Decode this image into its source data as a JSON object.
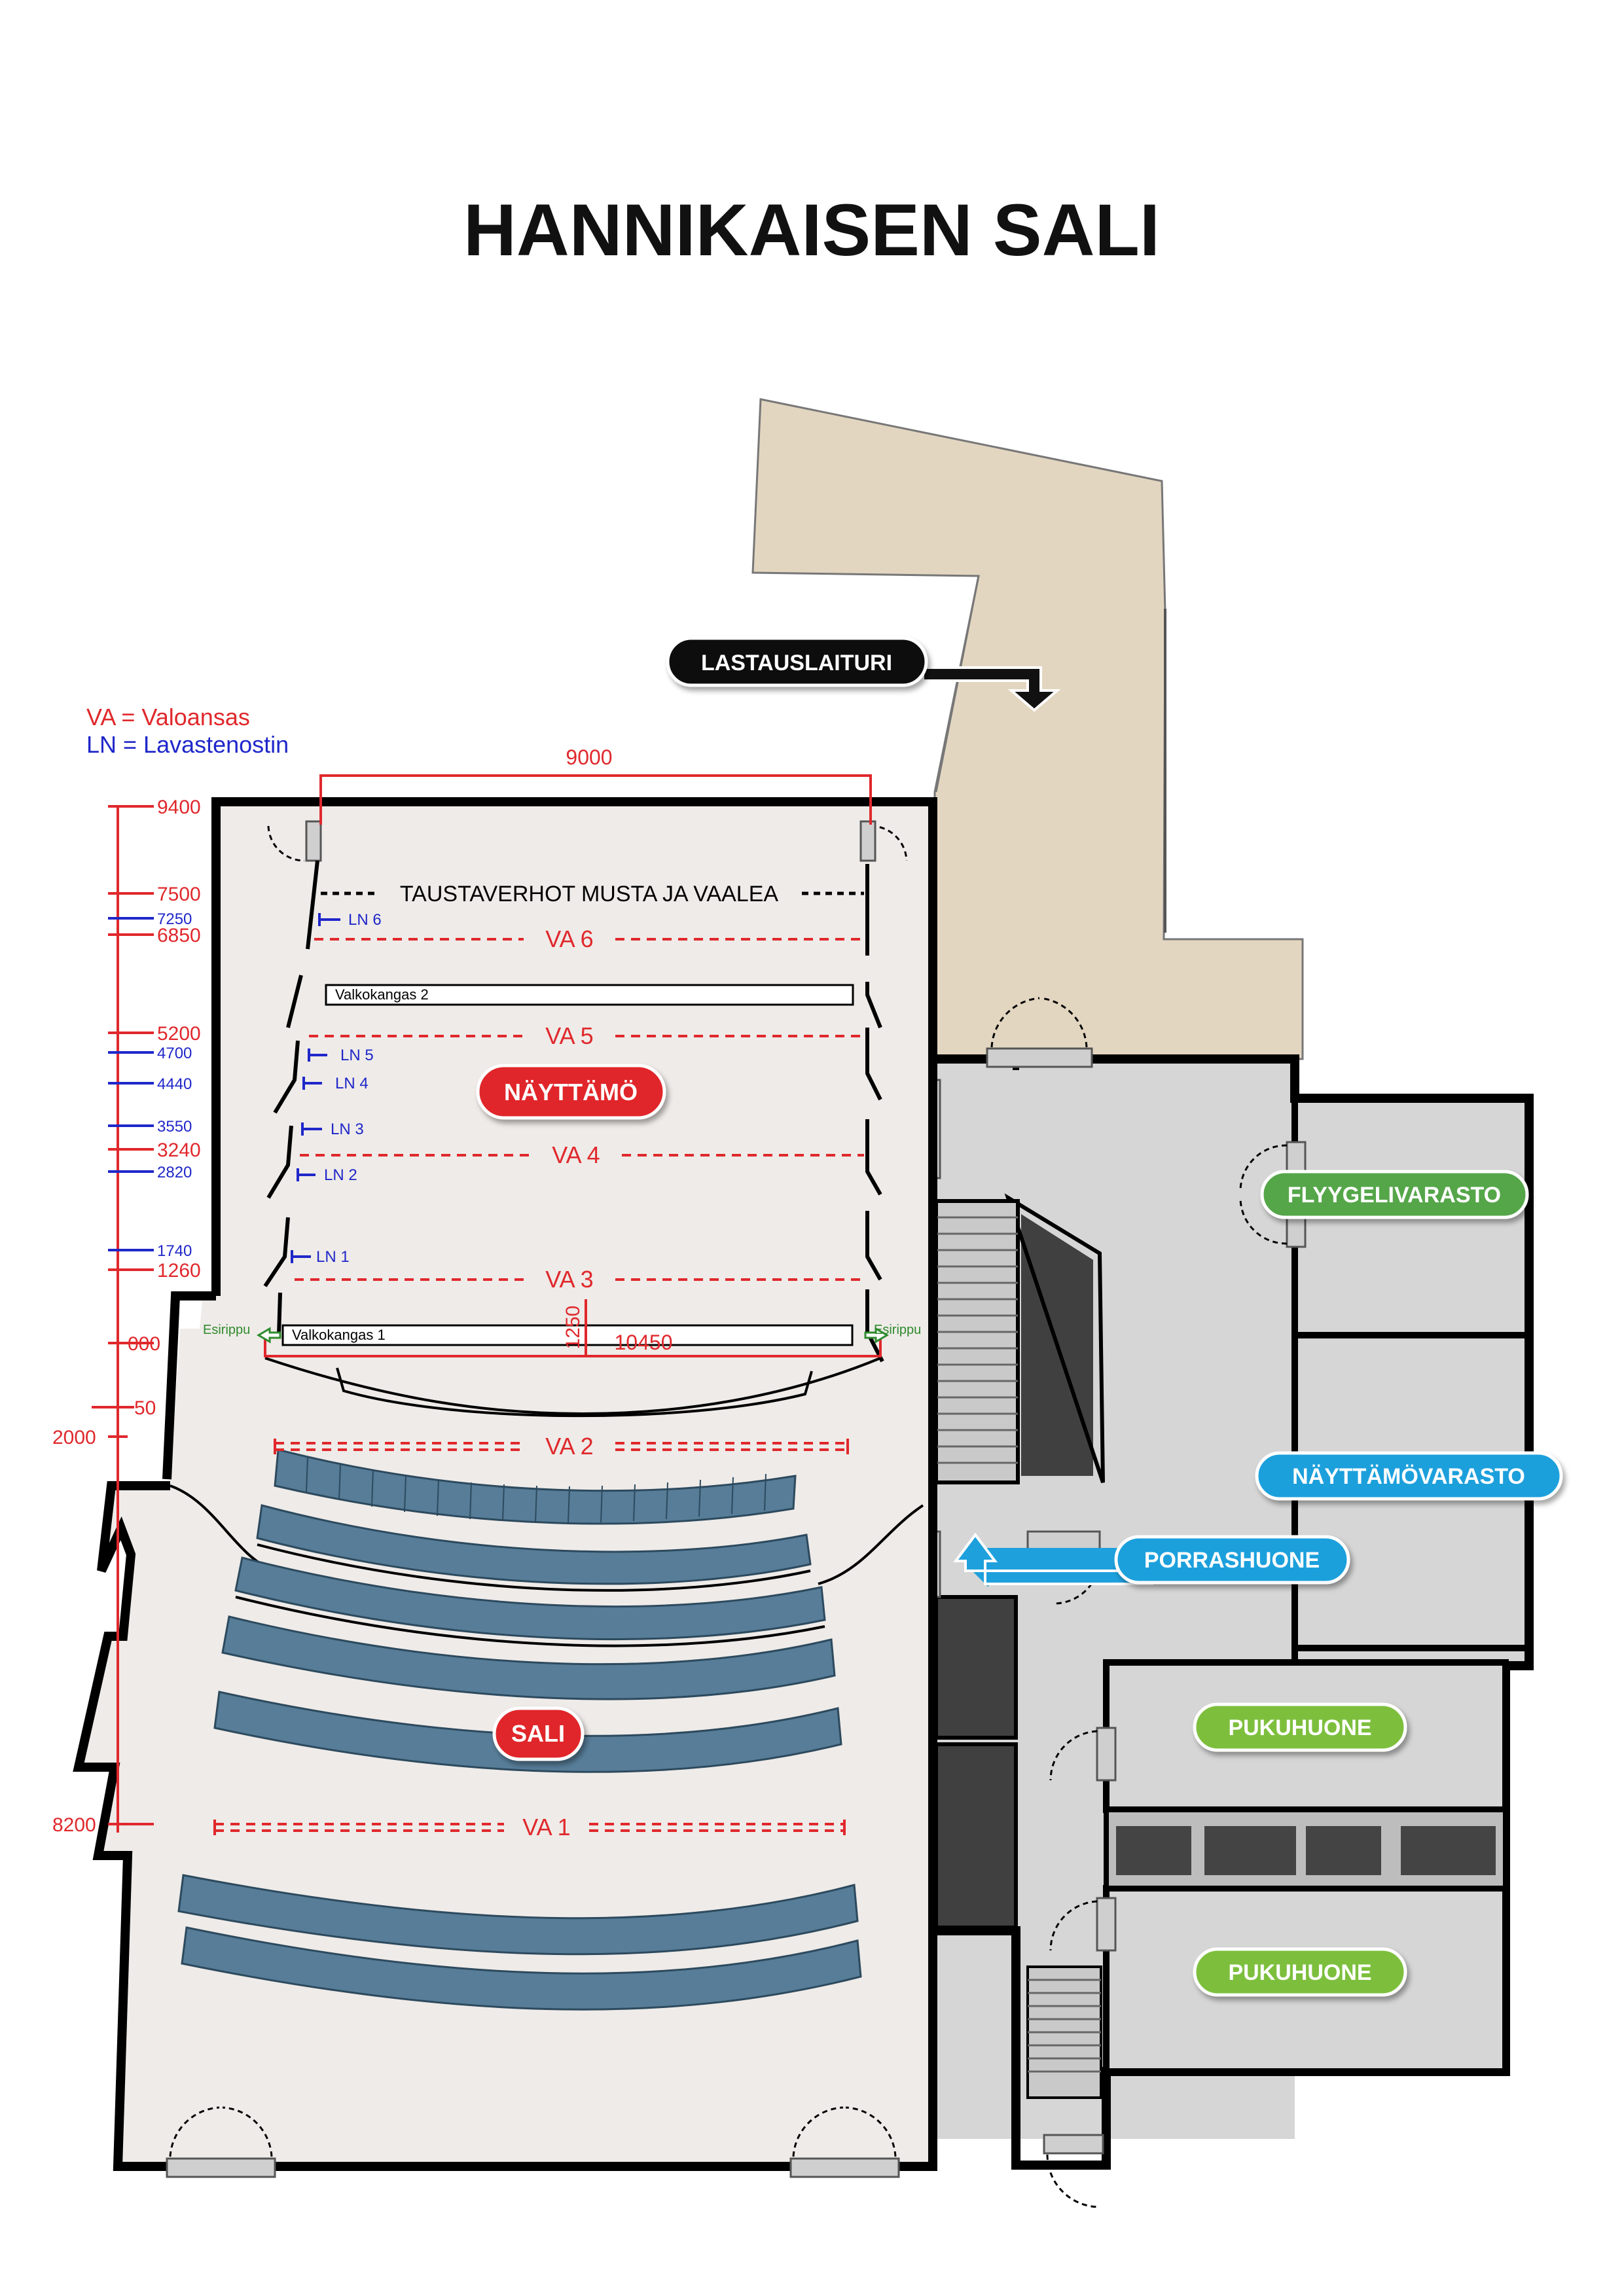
{
  "title": "HANNIKAISEN SALI",
  "legend": {
    "va": "VA = Valoansas",
    "ln": "LN = Lavastenostin"
  },
  "colors": {
    "red": "#e0282c",
    "blue": "#1f27c9",
    "green_label": "#7dbf3c",
    "green_label_dark": "#55a64a",
    "blue_label": "#1ea0dc",
    "stage_floor": "#efebe8",
    "corridor": "#d6d6d6",
    "loading_dock": "#e3d6c1",
    "seats": "#577d98",
    "dark_block": "#404040"
  },
  "dimensions": {
    "stage_width": "9000",
    "proscenium_width": "10450",
    "proscenium_depth": "1250"
  },
  "scale": {
    "red": [
      "9400",
      "7500",
      "6850",
      "5200",
      "3240",
      "1260",
      "000",
      "50",
      "2000",
      "8200"
    ],
    "blue": [
      "7250",
      "4700",
      "4440",
      "3550",
      "2820",
      "1740"
    ]
  },
  "stage": {
    "backdrop": "TAUSTAVERHOT MUSTA JA VAALEA",
    "screen2": "Valkokangas 2",
    "screen1": "Valkokangas 1",
    "curtain_left": "Esirippu",
    "curtain_right": "Esirippu"
  },
  "light_bridges": [
    "VA 6",
    "VA 5",
    "VA 4",
    "VA 3",
    "VA 2",
    "VA 1"
  ],
  "hoists": [
    "LN 6",
    "LN 5",
    "LN 4",
    "LN 3",
    "LN 2",
    "LN 1"
  ],
  "rooms": {
    "loading_dock": "LASTAUSLAITURI",
    "stage": "NÄYTTÄMÖ",
    "hall": "SALI",
    "piano_storage": "FLYYGELIVARASTO",
    "stage_storage": "NÄYTTÄMÖVARASTO",
    "stairwell": "PORRASHUONE",
    "dressing_room_1": "PUKUHUONE",
    "dressing_room_2": "PUKUHUONE"
  }
}
